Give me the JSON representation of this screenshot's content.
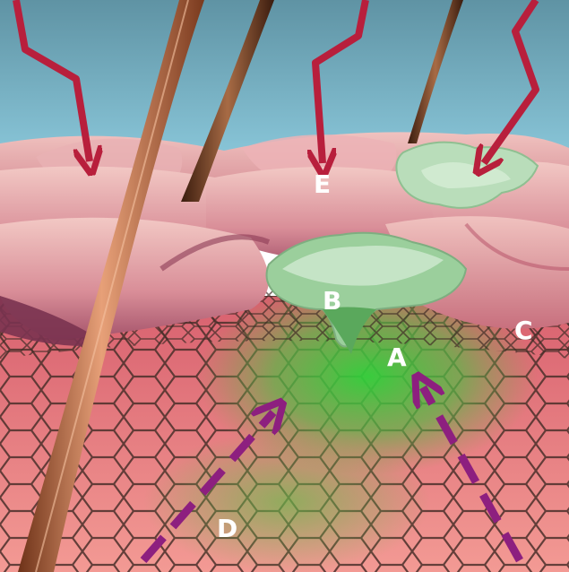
{
  "labels": {
    "a": "A",
    "b": "B",
    "c": "C",
    "d": "D",
    "e": "E"
  },
  "colors": {
    "sky": "#86c3d6",
    "skin_pink": "#e49aa0",
    "cell_pink": "#f08f8e",
    "cell_border": "#4b2f2a",
    "green_glow": "#3fbf3c",
    "pale_green": "#b9ddba",
    "red_arrow": "#b81f3c",
    "purple_arrow": "#8d1f7f",
    "hair": "#9a5a35"
  }
}
